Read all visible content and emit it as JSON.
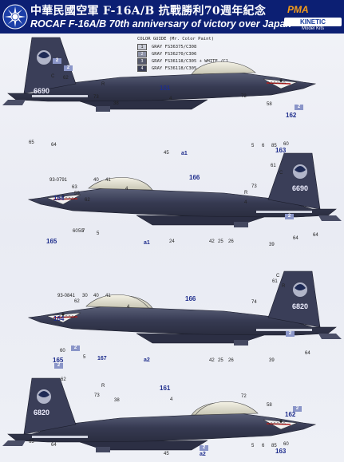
{
  "header": {
    "title_cn": "中華民國空軍  F-16A/B  抗戰勝利70週年紀念",
    "title_en": "ROCAF F-16A/B 70th anniversary of victory over Japan"
  },
  "brand": {
    "pma": "PMA",
    "kinetic": "KINETIC",
    "model_kits": "Model Kits"
  },
  "color_guide": {
    "title": "COLOR GUIDE (Mr. Color Paint)",
    "rows": [
      {
        "num": "1",
        "text": "GRAY FS36375/C308",
        "color": "#c9ccd6"
      },
      {
        "num": "2",
        "text": "GRAY FS36270/C306",
        "color": "#8e93a8"
      },
      {
        "num": "3",
        "text": "GRAY FS36118/C305 + WHITE /C1",
        "color": "#55596c"
      },
      {
        "num": "4",
        "text": "GRAY FS36118/C305 + BS4800/C336",
        "color": "#3c4057"
      }
    ]
  },
  "aircraft": [
    {
      "tail": "6690",
      "variant": "F-16A"
    },
    {
      "tail": "6690",
      "variant": "F-16A"
    },
    {
      "tail": "6820",
      "variant": "F-16B"
    },
    {
      "tail": "6820",
      "variant": "F-16B"
    }
  ],
  "callouts": {
    "p1": [
      "161",
      "62",
      "73",
      "38",
      "4",
      "72",
      "R",
      "58",
      "2",
      "162",
      "65",
      "64",
      "45",
      "a1",
      "5",
      "6",
      "85",
      "60",
      "163",
      "C",
      "2",
      "2"
    ],
    "p2": [
      "93-0791",
      "40",
      "41",
      "4",
      "166",
      "61",
      "63",
      "59",
      "62",
      "164",
      "60",
      "59",
      "7",
      "5",
      "165",
      "a1",
      "24",
      "42",
      "25",
      "26",
      "39",
      "73",
      "4",
      "C",
      "R",
      "2",
      "64",
      "64"
    ],
    "p3": [
      "93-0841",
      "30",
      "40",
      "41",
      "4",
      "166",
      "61",
      "62",
      "74",
      "164",
      "60",
      "165",
      "2",
      "5",
      "167",
      "a2",
      "42",
      "25",
      "26",
      "39",
      "C",
      "R",
      "2",
      "64"
    ],
    "p4": [
      "161",
      "62",
      "73",
      "38",
      "4",
      "72",
      "R",
      "58",
      "2",
      "162",
      "65",
      "64",
      "45",
      "a2",
      "5",
      "6",
      "85",
      "60",
      "163",
      "2",
      "2"
    ]
  }
}
